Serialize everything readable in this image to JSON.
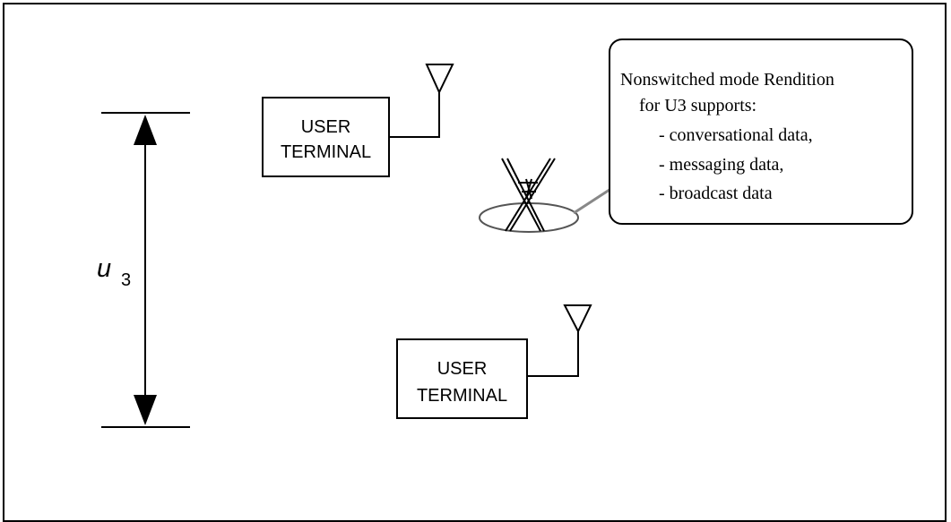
{
  "dimension": {
    "symbol": "u",
    "subscript": "3"
  },
  "terminals": [
    {
      "line1": "USER",
      "line2": "TERMINAL"
    },
    {
      "line1": "USER",
      "line2": "TERMINAL"
    }
  ],
  "callout": {
    "title_line1": "Nonswitched mode Rendition",
    "title_line2": "for U3 supports:",
    "items": [
      "- conversational data,",
      "- messaging data,",
      "- broadcast data"
    ]
  },
  "colors": {
    "stroke": "#000000",
    "leader_line": "#888888"
  }
}
